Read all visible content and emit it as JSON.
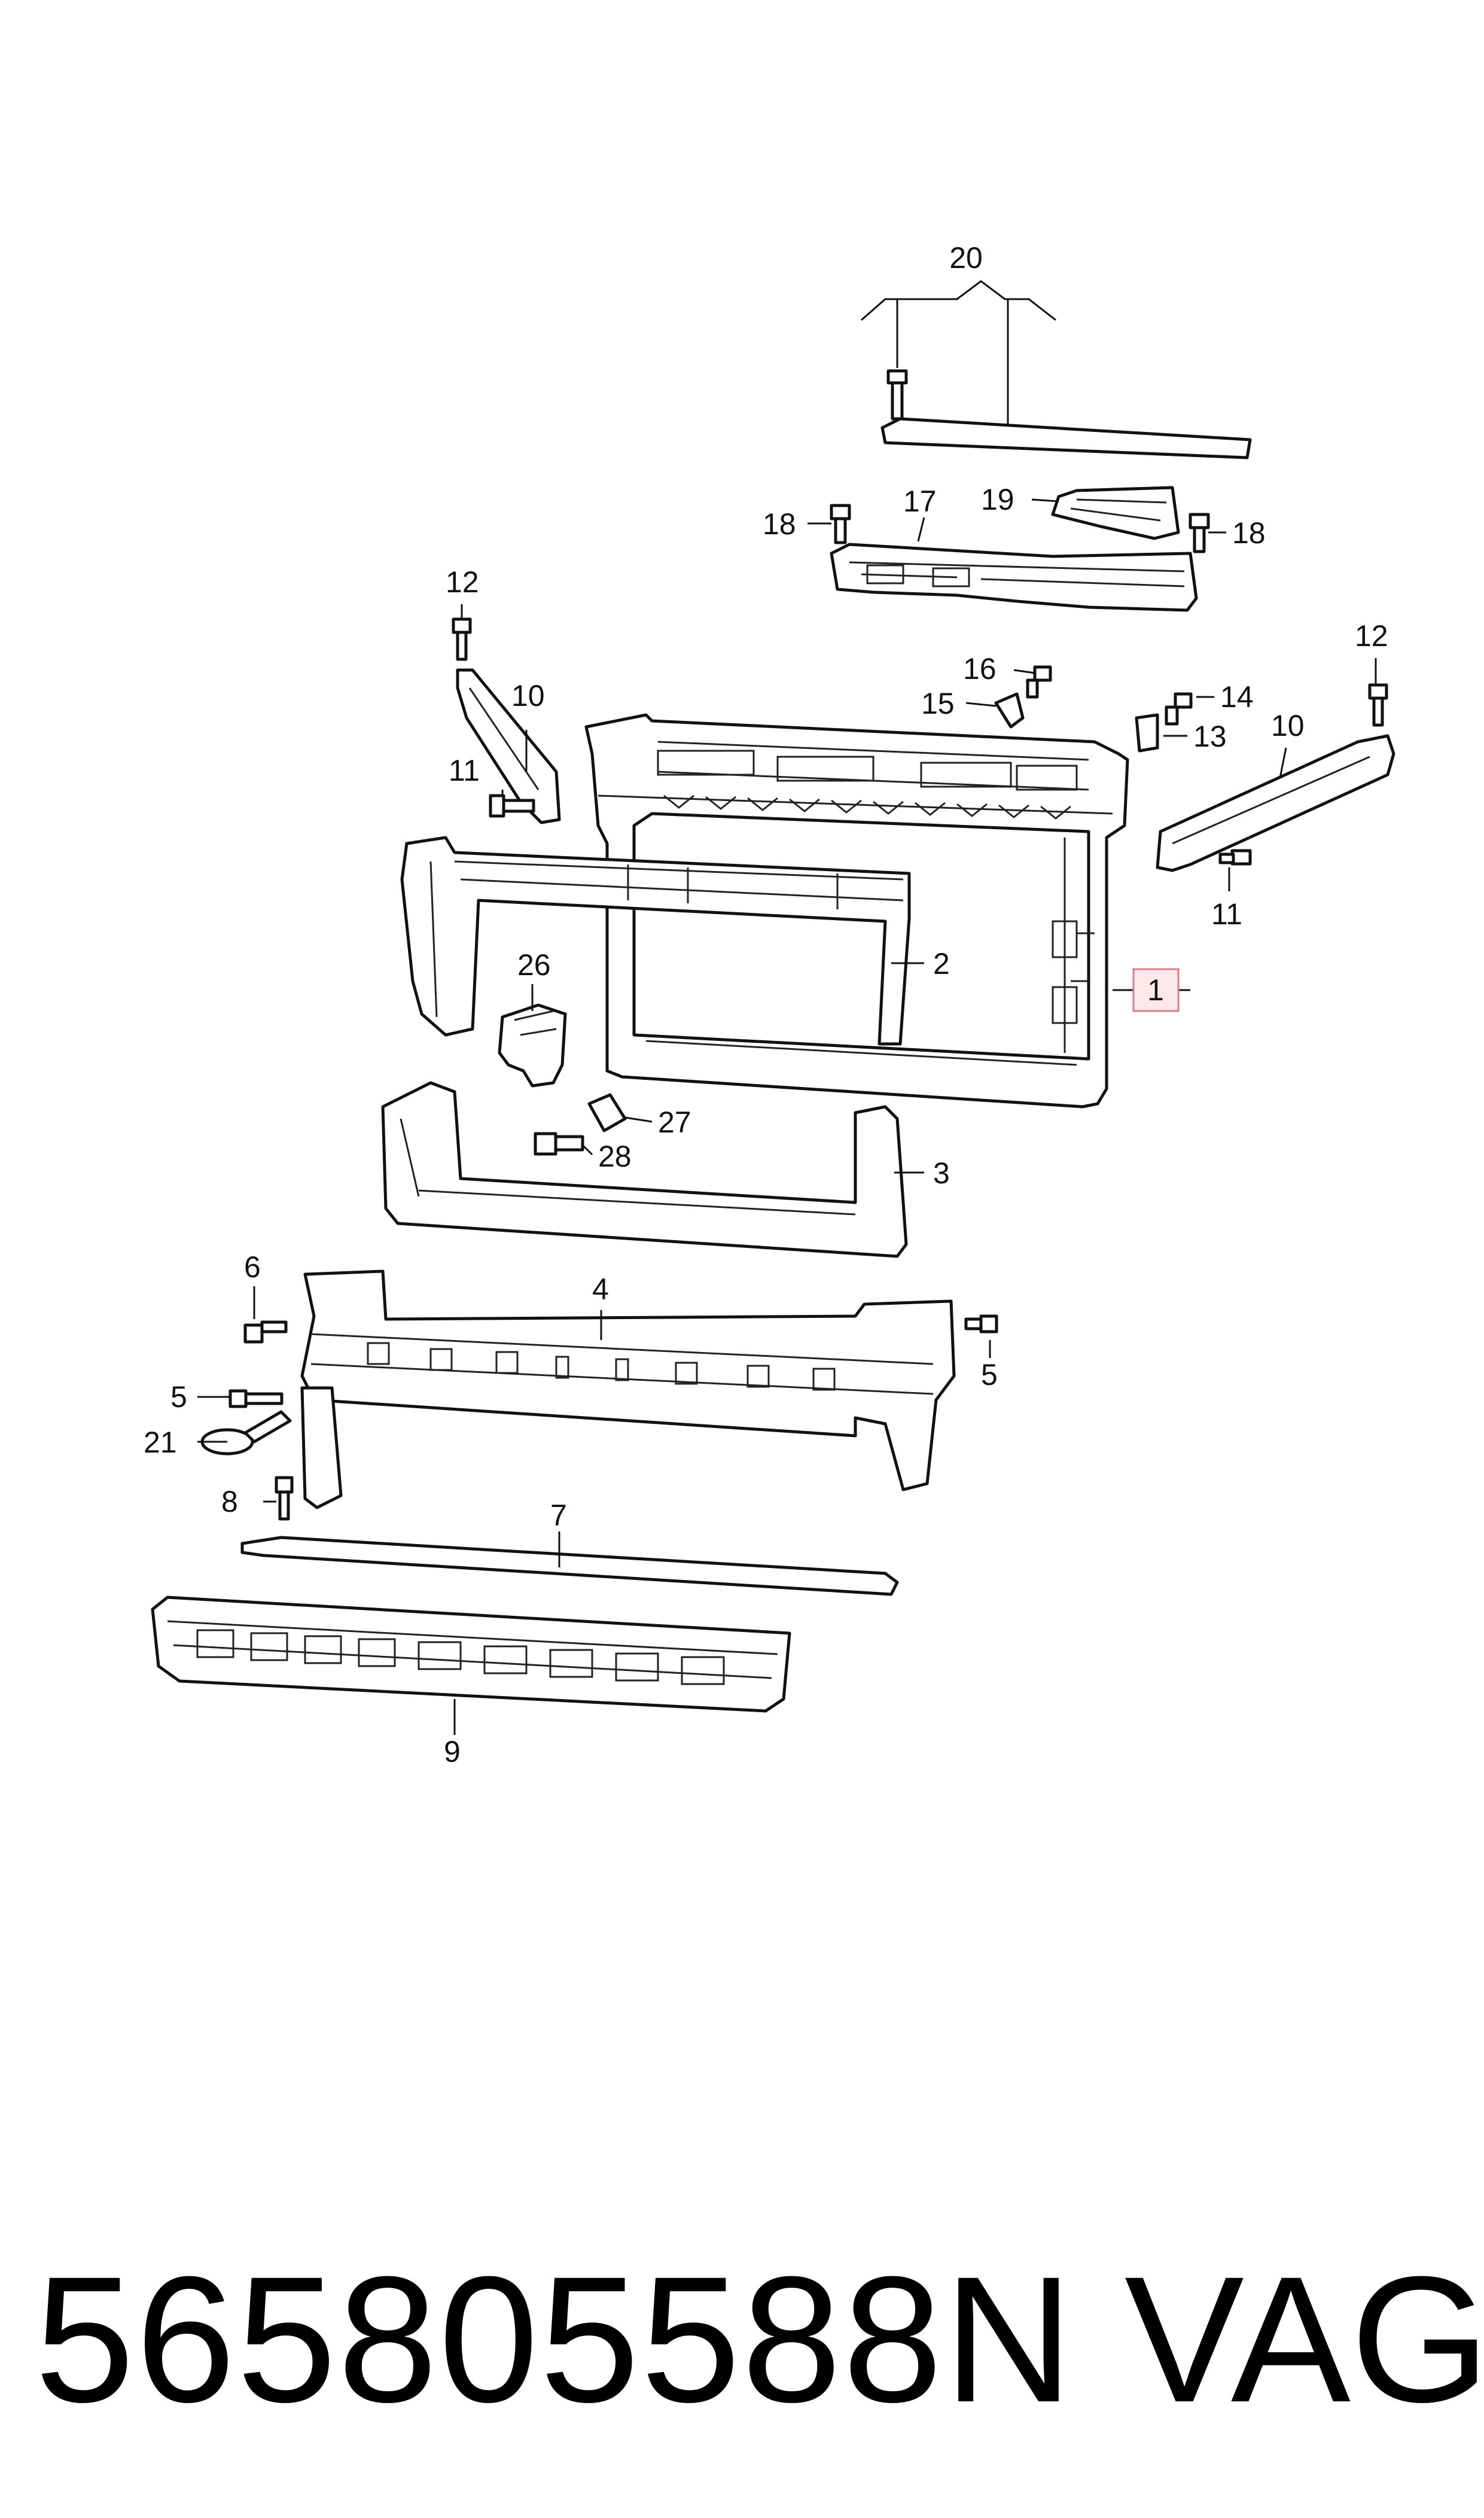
{
  "diagram": {
    "callouts": {
      "c1": "1",
      "c2": "2",
      "c3": "3",
      "c4": "4",
      "c5a": "5",
      "c5b": "5",
      "c6": "6",
      "c7": "7",
      "c8": "8",
      "c9": "9",
      "c10a": "10",
      "c10b": "10",
      "c11a": "11",
      "c11b": "11",
      "c12a": "12",
      "c12b": "12",
      "c13": "13",
      "c14": "14",
      "c15": "15",
      "c16": "16",
      "c17": "17",
      "c18a": "18",
      "c18b": "18",
      "c19": "19",
      "c20": "20",
      "c21": "21",
      "c26": "26",
      "c27": "27",
      "c28": "28"
    },
    "highlighted_callout": "1",
    "highlight_color": "#e07a8c"
  },
  "footer": {
    "part_number": "565805588N",
    "brand": "VAG"
  }
}
